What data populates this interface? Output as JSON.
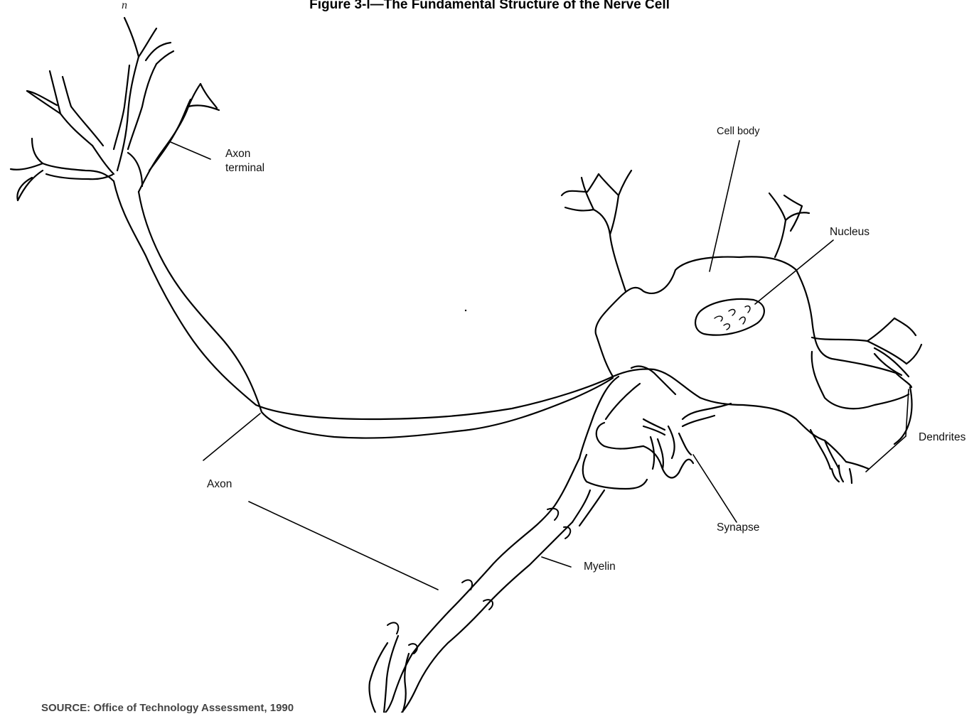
{
  "figure": {
    "title": "Figure 3-l—The Fundamental Structure of the Nerve Cell",
    "stray_mark": "n",
    "source_fragment": "SOURCE: Office of Technology Assessment, 1990",
    "labels": {
      "axon_terminal_1": "Axon",
      "axon_terminal_2": "terminal",
      "cell_body": "Cell body",
      "nucleus": "Nucleus",
      "dendrites": "Dendrites",
      "axon": "Axon",
      "synapse": "Synapse",
      "myelin": "Myelin"
    }
  }
}
